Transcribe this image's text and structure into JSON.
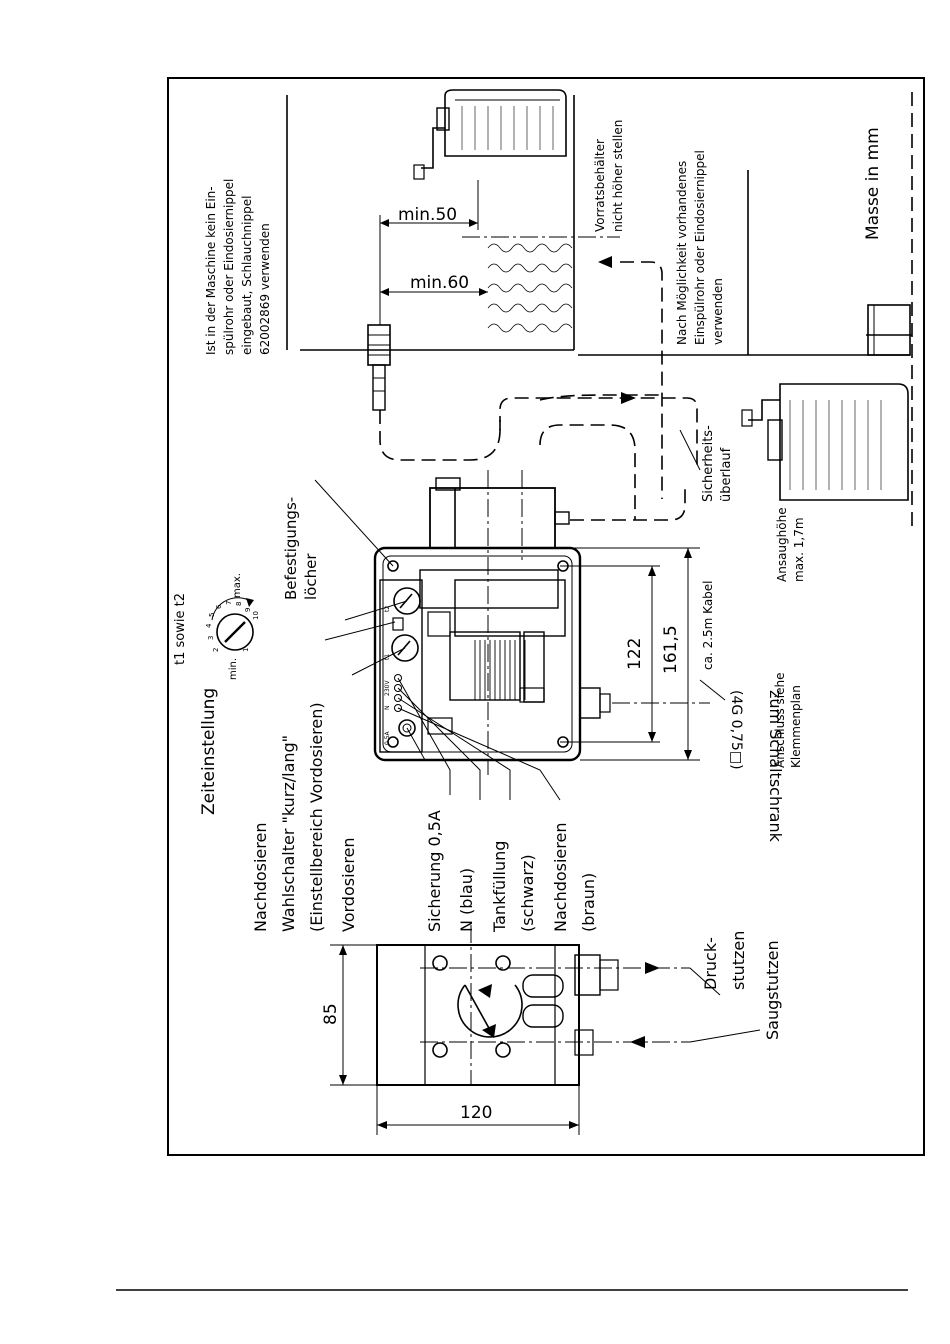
{
  "labels": {
    "ist_maschine_1": "Ist in der Maschine kein Ein-",
    "ist_maschine_2": "spülrohr oder Eindosiernippel",
    "ist_maschine_3": "eingebaut, Schlauchnippel",
    "ist_maschine_4": "62002869 verwenden",
    "min50": "min.50",
    "min60": "min.60",
    "vorrat_1": "Vorratsbehälter",
    "vorrat_2": "nicht höher stellen",
    "nach_moeg_1": "Nach Möglichkeit vorhandenes",
    "nach_moeg_2": "Einspülrohr oder Eindosiernippel",
    "nach_moeg_3": "verwenden",
    "masse": "Masse in mm",
    "sicherheit_1": "Sicherheits-",
    "sicherheit_2": "überlauf",
    "ansaug_1": "Ansaughöhe",
    "ansaug_2": "max. 1,7m",
    "befestigung_1": "Befestigungs-",
    "befestigung_2": "löcher",
    "dim_1615": "161,5",
    "dim_122": "122",
    "kabel": "ca. 2.5m Kabel",
    "kabel_spec": "(4G 0,75□)",
    "schaltschrank": "zum Schaltschrank",
    "anschluss_1": "Anschluss siehe",
    "anschluss_2": "Klemmenplan",
    "zeiteinstellung": "Zeiteinstellung",
    "t1t2": "t1 sowie t2",
    "dial_min": "min.",
    "dial_max": "max.",
    "dial_scale": [
      "1",
      "2",
      "3",
      "4",
      "5",
      "6",
      "7",
      "8",
      "9",
      "10"
    ],
    "panel_labels": [
      "0.5A",
      "N",
      "230V",
      "t1",
      "t2"
    ],
    "nachdosieren": "Nachdosieren",
    "wahlschalter": "Wahlschalter \"kurz/lang\"",
    "einstellbereich": "(Einstellbereich Vordosieren)",
    "vordosieren": "Vordosieren",
    "sicherung": "Sicherung 0,5A",
    "n_blau": "N (blau)",
    "tankfuellung": "Tankfüllung",
    "schwarz": "(schwarz)",
    "nachdosieren2": "Nachdosieren",
    "braun": "(braun)",
    "druck_1": "Druck-",
    "druck_2": "stutzen",
    "saugstutzen": "Saugstutzen",
    "dim_85": "85",
    "dim_120": "120"
  }
}
